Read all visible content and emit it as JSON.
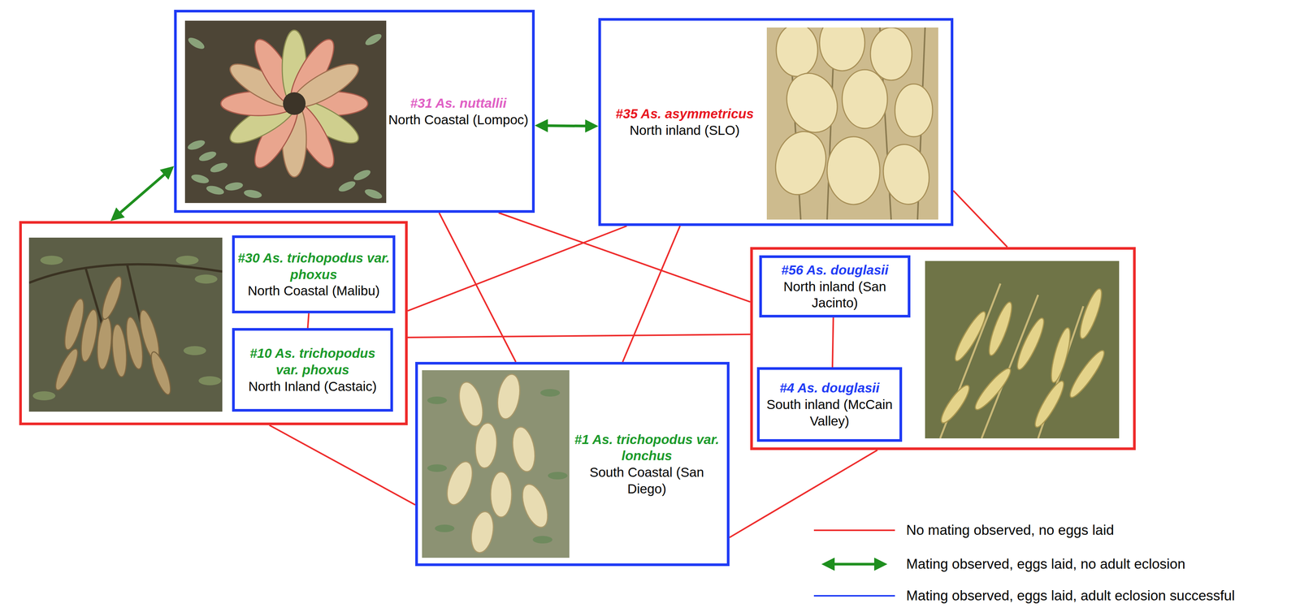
{
  "diagram": {
    "nodes": [
      {
        "text": [
          "#31 As. nuttallii",
          "North Coastal (Lompoc)"
        ]
      },
      {
        "text": [
          "#35 As. asymmetricus",
          "North inland (SLO)"
        ]
      },
      {
        "text": []
      },
      {
        "text": [
          "#30 As. trichopodus var. phoxus",
          "North Coastal (Malibu)"
        ],
        "in": 2
      },
      {
        "text": [
          "#10 As. trichopodus var. phoxus",
          "North Inland (Castaic)"
        ],
        "in": 2
      },
      {
        "text": []
      },
      {
        "text": [
          "#56 As. douglasii",
          "North inland (San Jacinto)"
        ],
        "in": 5
      },
      {
        "text": [
          "#4 As. douglasii",
          "South inland (McCain Valley)"
        ],
        "in": 5
      },
      {
        "text": [
          "#1 As. trichopodus var. lonchus",
          "South Coastal (San Diego)"
        ]
      }
    ],
    "edges": [
      {
        "from": 0,
        "to": 1,
        "arrow": "both"
      },
      {
        "from": 0,
        "to": 2,
        "arrow": "both"
      },
      {
        "from": 0,
        "to": 8,
        "arrow": "none"
      },
      {
        "from": 0,
        "to": 5,
        "arrow": "none"
      },
      {
        "from": 1,
        "to": 2,
        "arrow": "none"
      },
      {
        "from": 1,
        "to": 8,
        "arrow": "none"
      },
      {
        "from": 1,
        "to": 5,
        "arrow": "none"
      },
      {
        "from": 2,
        "to": 5,
        "arrow": "none"
      },
      {
        "from": 2,
        "to": 8,
        "arrow": "none"
      },
      {
        "from": 8,
        "to": 5,
        "arrow": "none"
      },
      {
        "from": 3,
        "to": 4,
        "arrow": "none"
      },
      {
        "from": 6,
        "to": 7,
        "arrow": "none"
      }
    ],
    "legend": [
      {
        "text": "No mating observed, no eggs laid"
      },
      {
        "text": "Mating observed, eggs laid, no adult eclosion"
      },
      {
        "text": "Mating observed, eggs laid, adult eclosion successful"
      }
    ]
  }
}
